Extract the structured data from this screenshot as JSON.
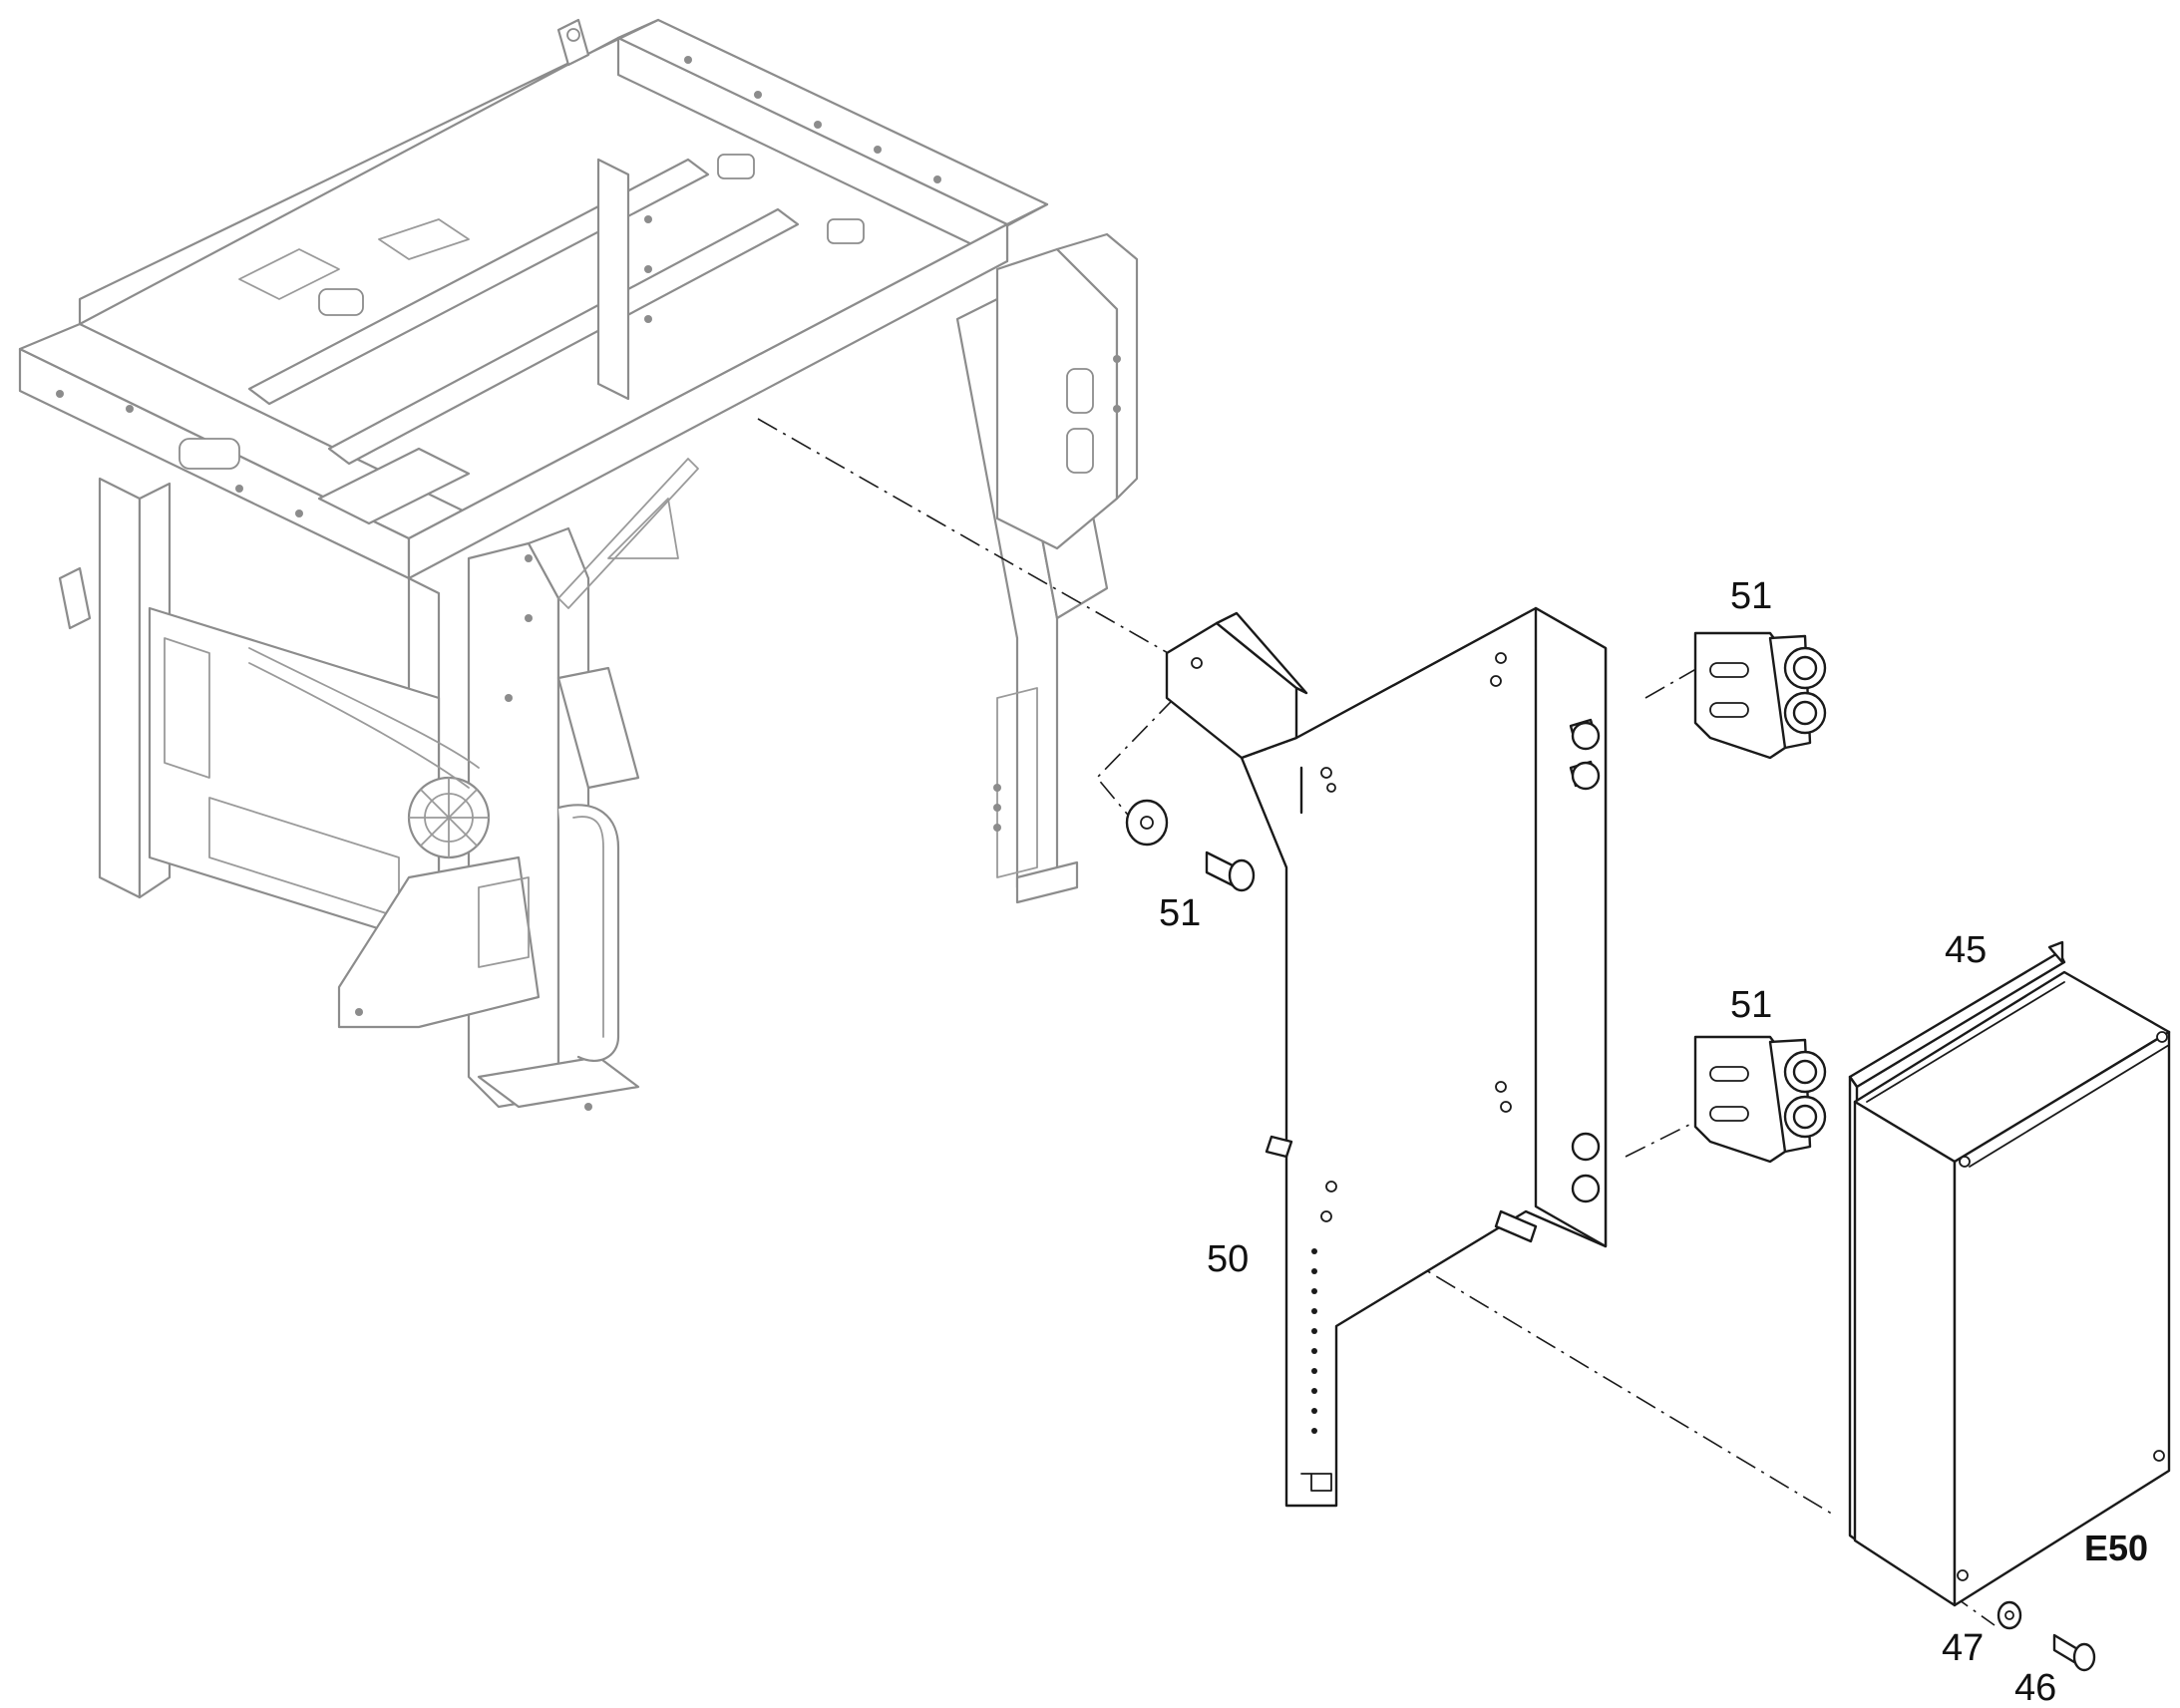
{
  "diagram": {
    "callouts": {
      "washer_bolt_51": "51",
      "upper_hinge_51": "51",
      "lower_hinge_51": "51",
      "box_45": "45",
      "bracket_50": "50",
      "washer_47": "47",
      "screw_46": "46",
      "box_code": "E50"
    }
  }
}
